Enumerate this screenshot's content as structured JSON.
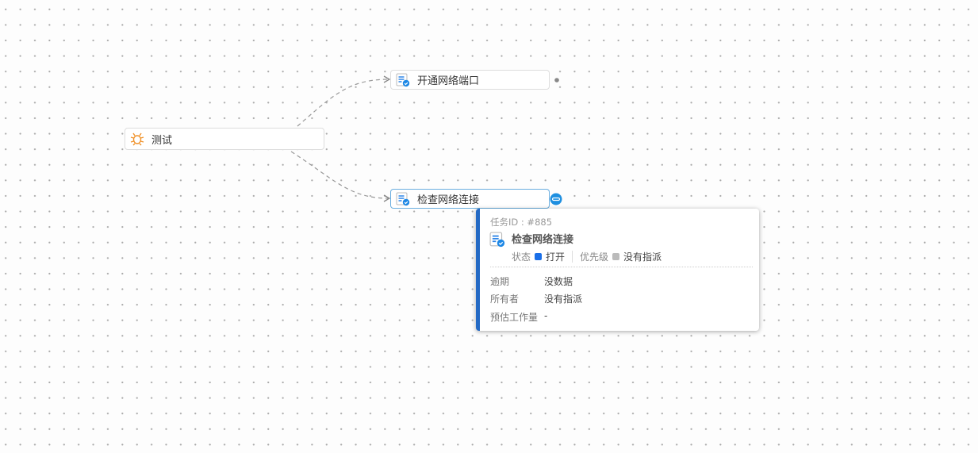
{
  "nodes": {
    "root": {
      "label": "测试",
      "icon": "bug-icon"
    },
    "task1": {
      "label": "开通网络端口",
      "icon": "task-icon"
    },
    "task2": {
      "label": "检查网络连接",
      "icon": "task-icon"
    }
  },
  "popover": {
    "task_id": "任务ID : #885",
    "title": "检查网络连接",
    "status_label": "状态",
    "status_value": "打开",
    "status_color": "#1a6fe8",
    "priority_label": "优先级",
    "priority_value": "没有指派",
    "priority_color": "#bbbbbb",
    "fields": [
      {
        "label": "逾期",
        "value": "没数据"
      },
      {
        "label": "所有者",
        "value": "没有指派"
      },
      {
        "label": "预估工作量",
        "value": "-"
      }
    ]
  }
}
